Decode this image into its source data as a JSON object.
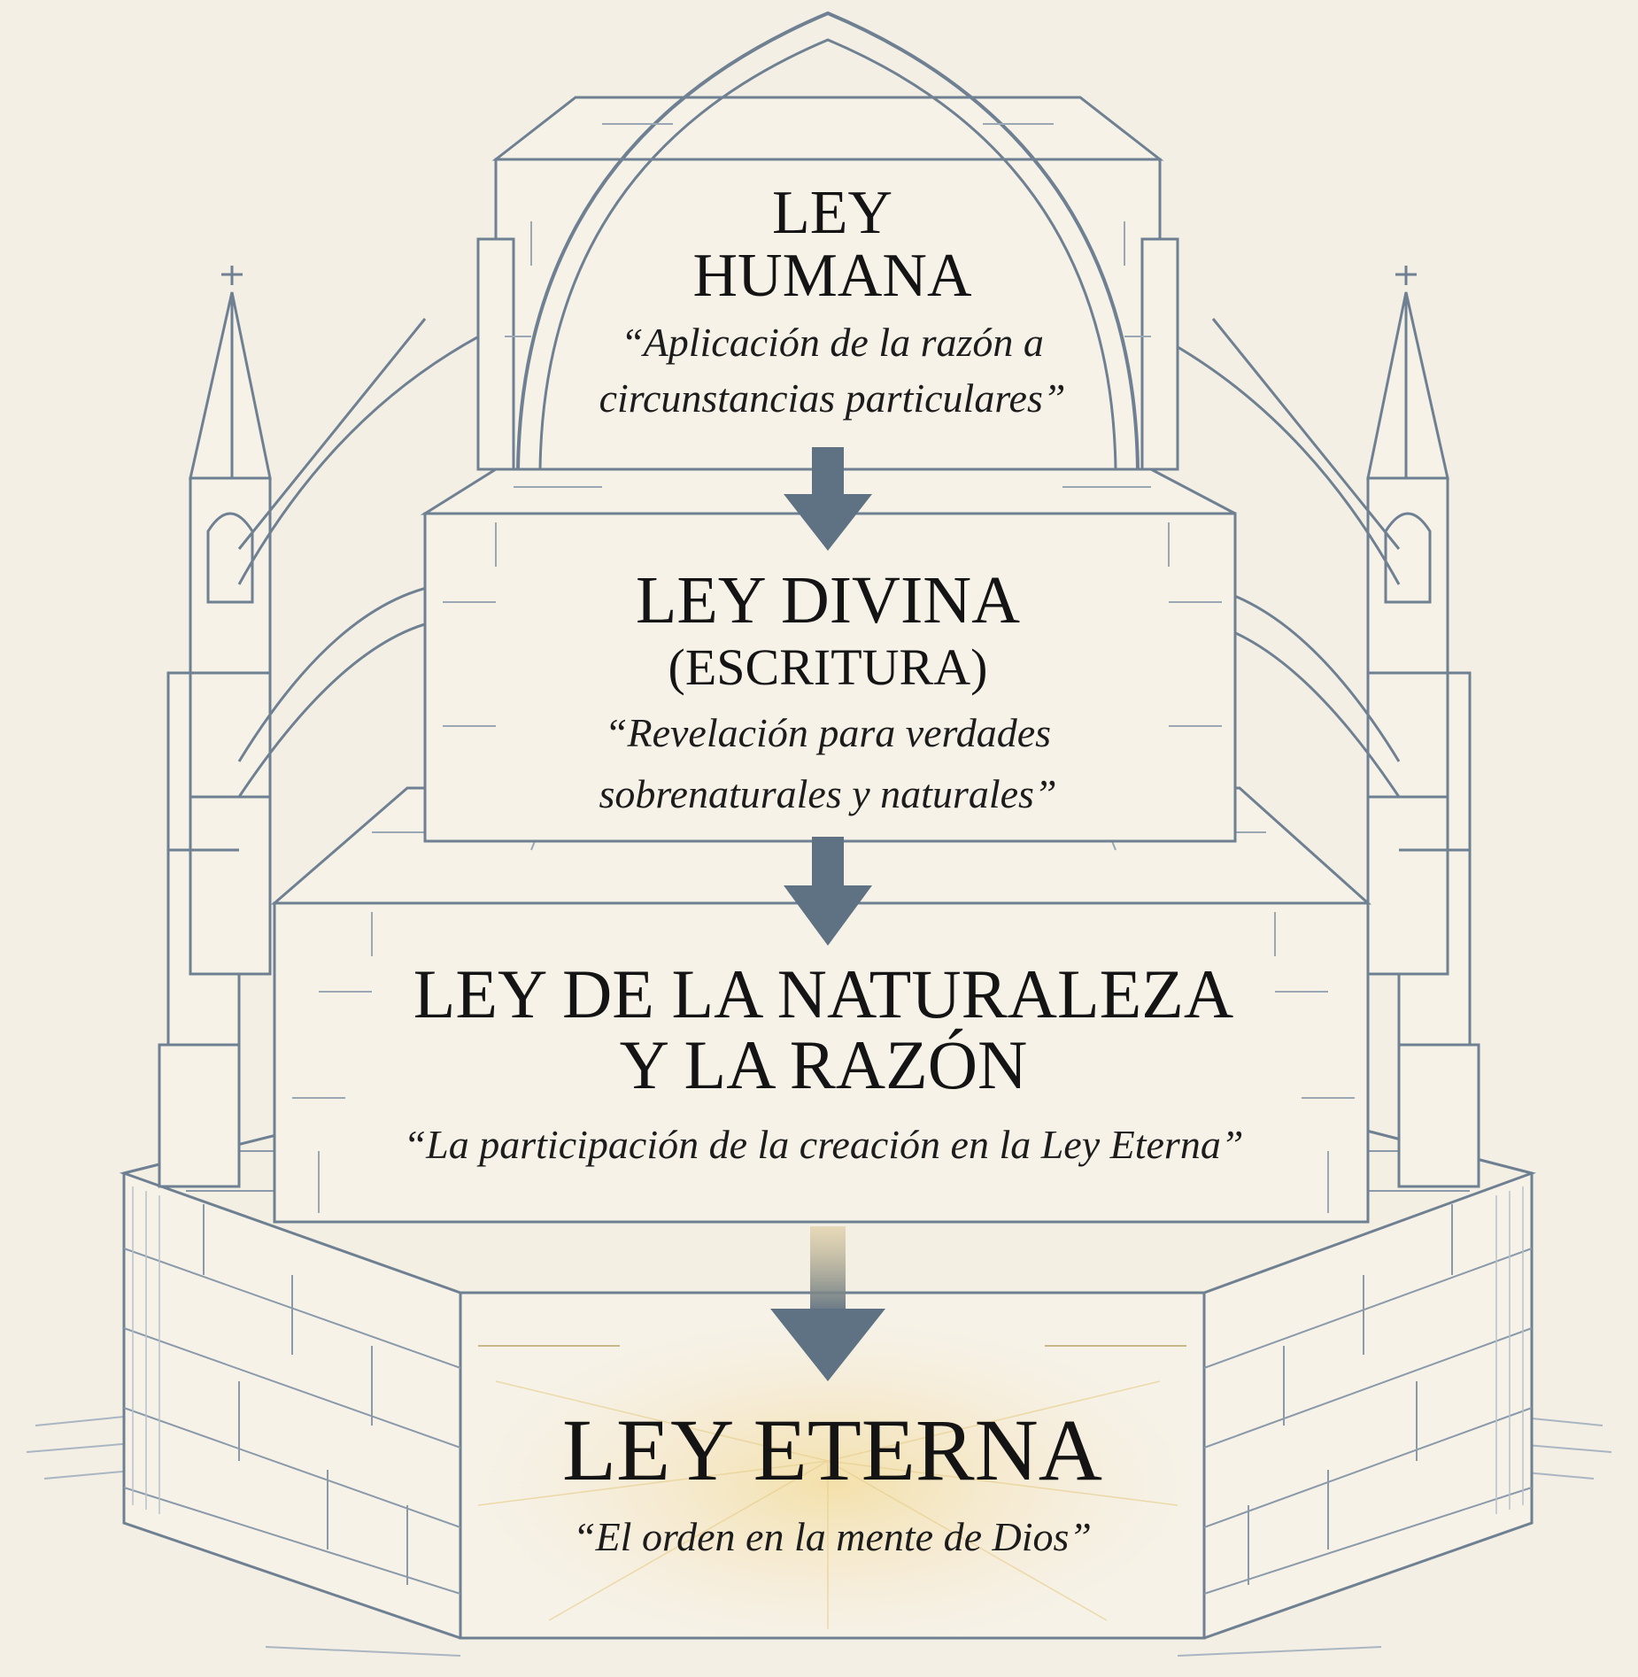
{
  "colors": {
    "background": "#f3efe4",
    "line": "#6e8092",
    "line_light": "#a9b6c2",
    "stone_fill": "#f6f2e8",
    "arrow": "#5f7283",
    "glow": "#f3dfa6",
    "text": "#141414"
  },
  "tiers": [
    {
      "id": "ley-humana",
      "title_lines": [
        "LEY",
        "HUMANA"
      ],
      "quote_lines": [
        "“Aplicación de la razón a",
        "circunstancias particulares”"
      ]
    },
    {
      "id": "ley-divina",
      "title_lines": [
        "LEY DIVINA",
        "(ESCRITURA)"
      ],
      "quote_lines": [
        "“Revelación para verdades",
        "sobrenaturales y naturales”"
      ]
    },
    {
      "id": "ley-natural",
      "title_lines": [
        "LEY DE LA NATURALEZA",
        "Y LA RAZÓN"
      ],
      "quote_lines": [
        "“La participación de la creación en la Ley Eterna”"
      ]
    },
    {
      "id": "ley-eterna",
      "title_lines": [
        "LEY ETERNA"
      ],
      "quote_lines": [
        "“El orden en la mente de Dios”"
      ]
    }
  ],
  "arrows": [
    {
      "from": "ley-humana",
      "to": "ley-divina"
    },
    {
      "from": "ley-divina",
      "to": "ley-natural"
    },
    {
      "from": "ley-natural",
      "to": "ley-eterna"
    }
  ],
  "icons": [
    "gothic-arch",
    "pinnacle-spire",
    "flying-buttress",
    "stone-block",
    "down-arrow-icon"
  ]
}
